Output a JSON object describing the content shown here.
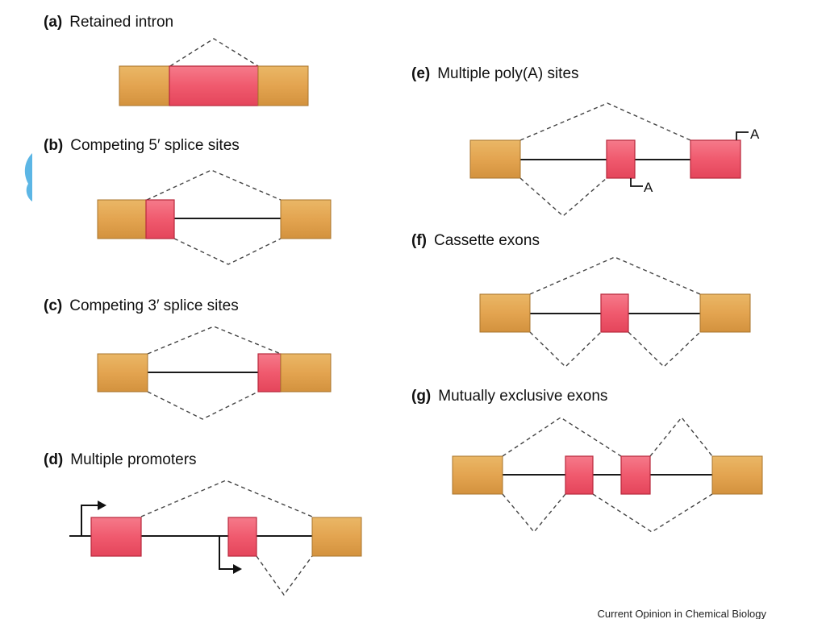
{
  "colors": {
    "constitutive_exon": "#e3a450",
    "constitutive_exon_edge": "#a8742c",
    "alternative_exon": "#f05a6e",
    "alternative_exon_edge": "#b8283c",
    "intron": "#1a1a1a",
    "splice_path": "#444444"
  },
  "panels": {
    "a": {
      "letter": "(a)",
      "title": "Retained intron"
    },
    "b": {
      "letter": "(b)",
      "title": "Competing 5′ splice sites"
    },
    "c": {
      "letter": "(c)",
      "title": "Competing 3′ splice sites"
    },
    "d": {
      "letter": "(d)",
      "title": "Multiple promoters"
    },
    "e": {
      "letter": "(e)",
      "title": "Multiple poly(A) sites",
      "site_label_1": "A",
      "site_label_2": "A"
    },
    "f": {
      "letter": "(f)",
      "title": "Cassette exons"
    },
    "g": {
      "letter": "(g)",
      "title": "Mutually exclusive exons"
    }
  },
  "credit": "Current Opinion in Chemical Biology"
}
